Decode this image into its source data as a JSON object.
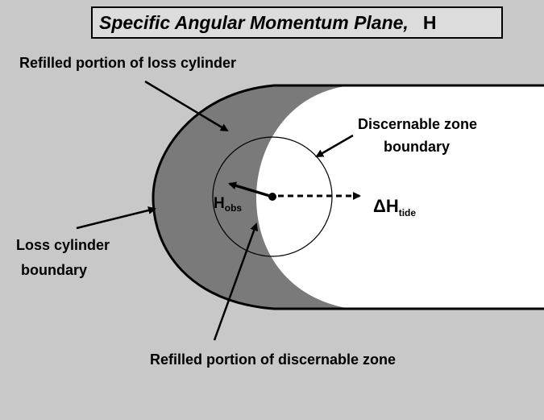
{
  "title": {
    "text": "Specific Angular Momentum Plane,",
    "symbol": "H"
  },
  "labels": {
    "refilled_loss": "Refilled portion of loss cylinder",
    "discernable_1": "Discernable zone",
    "discernable_2": "boundary",
    "loss_boundary_1": "Loss cylinder",
    "loss_boundary_2": "boundary",
    "refilled_discernable": "Refilled portion of discernable zone",
    "h_obs_main": "H",
    "h_obs_sub": "obs",
    "dh_delta": "Δ",
    "dh_main": "H",
    "dh_sub": "tide"
  },
  "colors": {
    "background": "#c8c8c8",
    "refilled_region": "#7a7a7a",
    "interior": "#ffffff",
    "title_box": "#dcdcdc"
  }
}
